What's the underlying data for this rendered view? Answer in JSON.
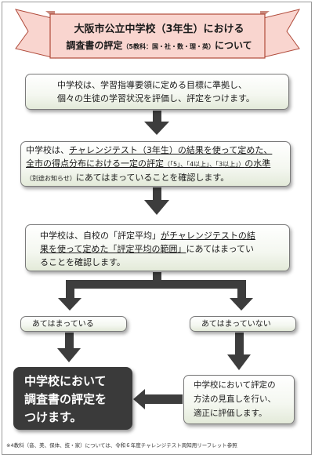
{
  "title": {
    "line1": "大阪市公立中学校（3年生）における",
    "line2_prefix": "調査書の評定",
    "line2_small": "（5教科：国・社・数・理・英）",
    "line2_suffix": "について"
  },
  "boxes": {
    "step1": {
      "line1": "中学校は、学習指導要領に定める目標に準拠し、",
      "line2": "個々の生徒の学習状況を評価し、評定をつけます。"
    },
    "step2": {
      "line1a": "中学校は、",
      "line1b": "チャレンジテスト（3年生）の結果を使って定めた、",
      "line2a": "全市の得点分布における一定の評定",
      "line2small": "（「5」、「4以上」、「3以上」）",
      "line2b": "の水準",
      "line3small": "（別途お知らせ）",
      "line3": "にあてはまっていることを確認します。"
    },
    "step3": {
      "line1a": "中学校は、自校の「評定平均」",
      "line1b": "がチャレンジテストの結",
      "line2a": "果を使って定めた「評定平均の範囲」",
      "line2b": "にあてはまってい",
      "line3": "ることを確認します。"
    },
    "yes": "あてはまっている",
    "no": "あてはまっていない",
    "result_yes": {
      "line1": "中学校において",
      "line2": "調査書の評定を",
      "line3": "つけます。"
    },
    "result_no": {
      "line1": "中学校において評定の",
      "line2": "方法の見直しを行い、",
      "line3": "適正に評価します。"
    }
  },
  "footnote": "※4教科（音、美、保体、技・家）については、令和６年度チャレンジテスト周知用リーフレット参照",
  "colors": {
    "title_bg": "#f9d5cf",
    "title_border": "#b04a3a",
    "arrow": "#3d3d3d",
    "result_bg": "#3a3a3a"
  }
}
